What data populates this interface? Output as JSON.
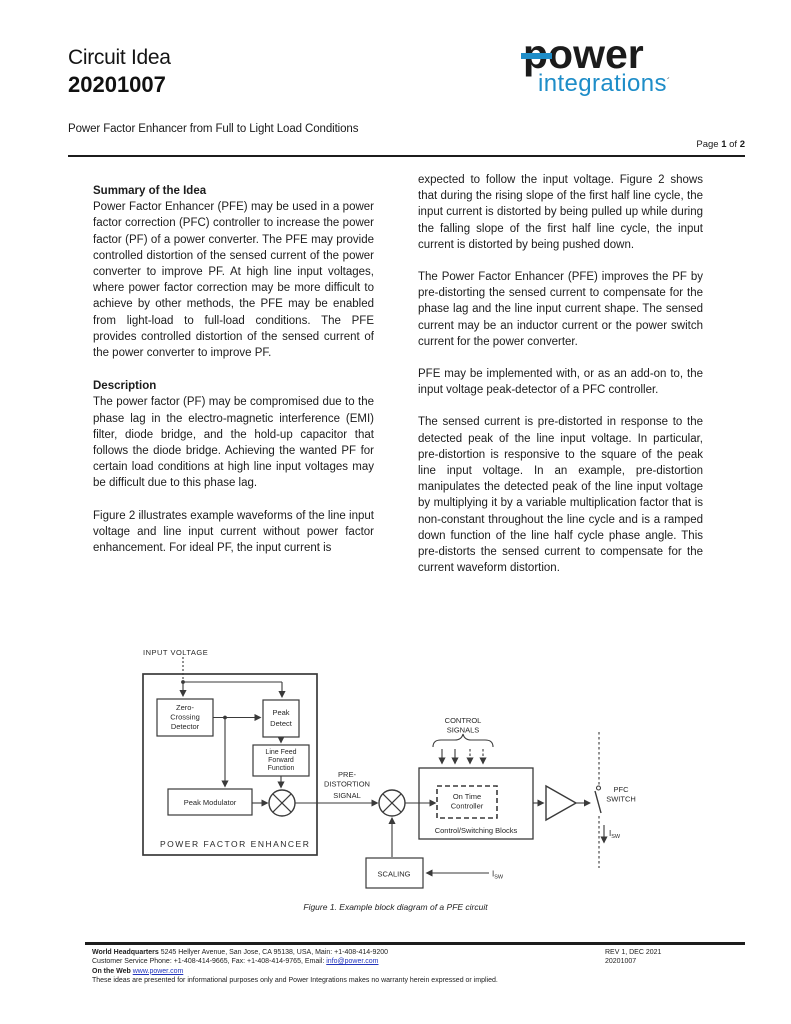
{
  "header": {
    "doc_type": "Circuit Idea",
    "doc_number": "20201007",
    "logo": {
      "word1": "power",
      "word2": "integrations",
      "tm_tick": "´"
    },
    "title": "Power Factor Enhancer from Full to Light Load Conditions",
    "page_word": "Page",
    "page_current": "1",
    "of_word": "of",
    "page_total": "2"
  },
  "columns": {
    "left": {
      "heading1": "Summary of the Idea",
      "para1": "Power Factor Enhancer (PFE) may be used in a power factor correction (PFC) controller to increase the power factor (PF) of a power converter.  The PFE may provide controlled distortion of the sensed current of the power converter to improve PF.  At high line input voltages, where power factor correction may be more difficult to achieve by other methods, the PFE may be enabled from light-load to full-load conditions.  The PFE provides controlled distortion of the sensed current of the power converter to improve PF.",
      "heading2": "Description",
      "para2": "The power factor (PF) may be compromised due to the phase lag in the electro-magnetic interference (EMI) filter, diode bridge, and the hold-up capacitor that follows the diode bridge.  Achieving the wanted PF for certain load conditions at high line input voltages may be difficult due to this phase lag.",
      "para3": "Figure 2 illustrates example waveforms of the line input voltage and line input current without power factor enhancement.  For ideal PF, the input current is"
    },
    "right": {
      "para1": "expected to follow the input voltage.  Figure 2 shows that during the rising slope of the first half line cycle, the input current is distorted by being pulled up while during the falling slope of the first half line cycle, the input current is distorted by being pushed down.",
      "para2": "The Power Factor Enhancer (PFE) improves the PF by pre-distorting the sensed current to compensate for the phase lag and the line input current shape. The sensed current may be an inductor current or the power switch current for the power converter.",
      "para3": "PFE may be implemented with, or as an add-on to, the input voltage peak-detector of a PFC controller.",
      "para4": "The sensed current is pre-distorted in response to the detected peak of the line input voltage.  In particular, pre-distortion is responsive to the square of the peak line input voltage.   In an example, pre-distortion manipulates the detected peak of the line input voltage by multiplying it by a variable multiplication factor that is non-constant throughout the line cycle and is a ramped down function of the line half cycle phase angle.  This pre-distorts the sensed current to compensate for the current waveform distortion."
    }
  },
  "diagram": {
    "input_voltage": "INPUT VOLTAGE",
    "zcd": [
      "Zero-",
      "Crossing",
      "Detector"
    ],
    "peak_detect": [
      "Peak",
      "Detect"
    ],
    "lfff": [
      "Line Feed",
      "Forward",
      "Function"
    ],
    "peak_modulator": "Peak Modulator",
    "pfe_label": "POWER FACTOR ENHANCER",
    "predistortion": [
      "PRE-",
      "DISTORTION",
      "SIGNAL"
    ],
    "control_signals": [
      "CONTROL",
      "SIGNALS"
    ],
    "otc": [
      "On Time",
      "Controller"
    ],
    "csb_label": "Control/Switching Blocks",
    "scaling": "SCALING",
    "pfc_switch": [
      "PFC",
      "SWITCH"
    ],
    "isw": {
      "base": "I",
      "sub": "SW"
    },
    "stroke_color": "#3a3a3a"
  },
  "caption": "Figure 1. Example block diagram of a PFE circuit",
  "footer": {
    "line1_bold": "World Headquarters",
    "line1_rest": " 5245 Hellyer Avenue, San Jose, CA 95138, USA, Main:  +1-408-414-9200",
    "line2_text": "Customer Service Phone: +1-408-414-9665, Fax: +1-408-414-9765, Email: ",
    "line2_link": "info@power.com",
    "line3_bold": "On the Web",
    "line3_link": "www.power.com",
    "line4": "These ideas are presented for informational purposes only and Power Integrations makes no warranty herein expressed or implied.",
    "rev": "REV 1, DEC 2021",
    "doc_number": "20201007"
  }
}
